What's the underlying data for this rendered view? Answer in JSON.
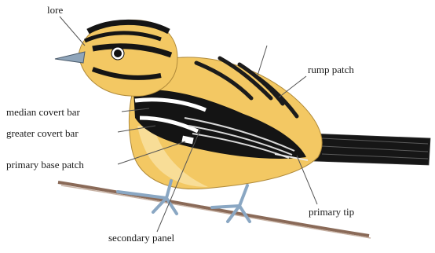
{
  "diagram": {
    "subject": "bird topography illustration",
    "labels": {
      "lore": "lore",
      "rump_patch": "rump patch",
      "median_covert_bar": "median covert bar",
      "greater_covert_bar": "greater covert bar",
      "primary_base_patch": "primary base patch",
      "primary_tip": "primary tip",
      "secondary_panel": "secondary panel"
    },
    "colors": {
      "plumage_yellow": "#f2c75a",
      "plumage_light": "#f7dc8f",
      "black_marking": "#151515",
      "leg_blue": "#9fb7cf",
      "branch": "#8a6a58",
      "leader_line": "#555555"
    }
  }
}
